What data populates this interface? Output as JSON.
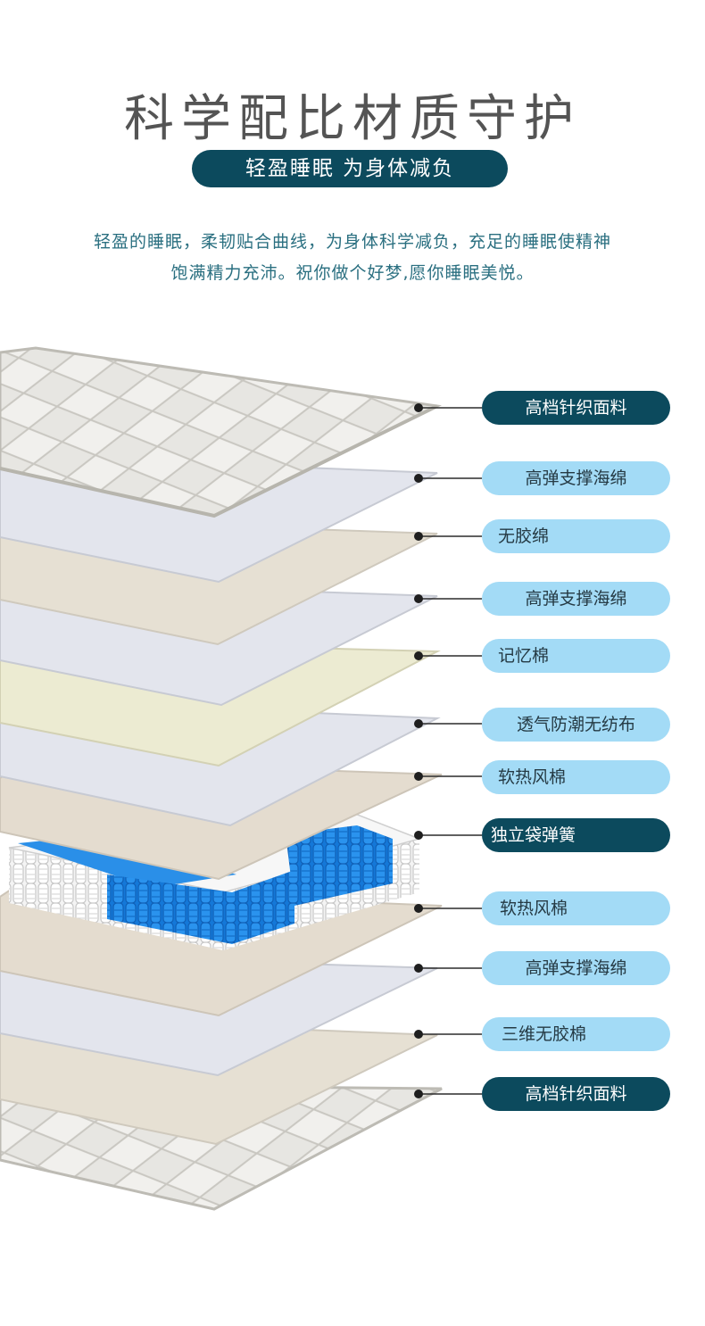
{
  "header": {
    "title": "科学配比材质守护",
    "subtitle": "轻盈睡眠 为身体减负"
  },
  "description": {
    "line1": "轻盈的睡眠，柔韧贴合曲线，为身体科学减负，充足的睡眠使精神",
    "line2": "饱满精力充沛。祝你做个好梦,愿你睡眠美悦。"
  },
  "layers": [
    {
      "label": "高档针织面料",
      "style": "dark",
      "material": "knit-fabric",
      "color": "#dcdbd6"
    },
    {
      "label": "高弹支撑海绵",
      "style": "light",
      "material": "sponge",
      "color": "#e3e5ed"
    },
    {
      "label": "无胶绵",
      "style": "light",
      "material": "felt",
      "color": "#e6e0d3"
    },
    {
      "label": "高弹支撑海绵",
      "style": "light",
      "material": "sponge",
      "color": "#e3e5ed"
    },
    {
      "label": "记忆棉",
      "style": "light",
      "material": "memory-foam",
      "color": "#ecebd2"
    },
    {
      "label": "透气防潮无纺布",
      "style": "light",
      "material": "non-woven",
      "color": "#e3e5ed"
    },
    {
      "label": "软热风棉",
      "style": "light",
      "material": "felt",
      "color": "#e4dccf"
    },
    {
      "label": "独立袋弹簧",
      "style": "dark",
      "material": "pocket-springs",
      "color": "#1f8ee3"
    },
    {
      "label": "软热风棉",
      "style": "light",
      "material": "felt",
      "color": "#e4dccf"
    },
    {
      "label": "高弹支撑海绵",
      "style": "light",
      "material": "sponge",
      "color": "#e3e5ed"
    },
    {
      "label": "三维无胶棉",
      "style": "light",
      "material": "felt",
      "color": "#e6e0d3"
    },
    {
      "label": "高档针织面料",
      "style": "dark",
      "material": "knit-fabric",
      "color": "#dcdbd6"
    }
  ]
}
